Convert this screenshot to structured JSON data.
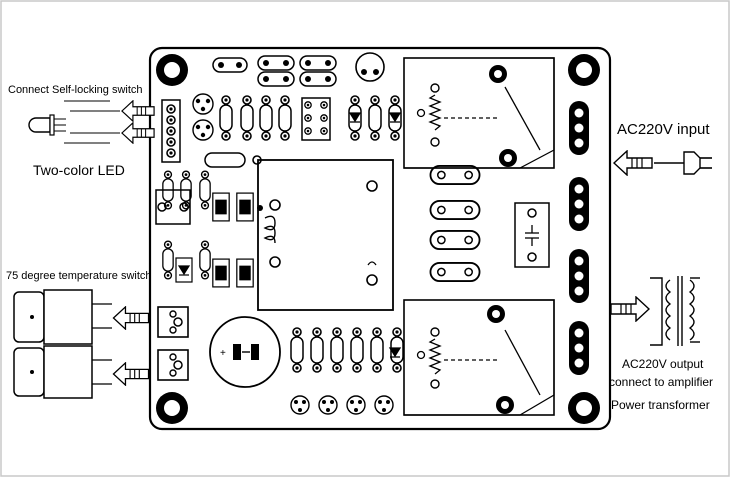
{
  "labels": {
    "self_locking_switch": "Connect Self-locking switch",
    "two_color_led": "Two-color LED",
    "temperature_switch": "75 degree temperature switch",
    "ac_input": "AC220V input",
    "ac_output_line1": "AC220V output",
    "ac_output_line2": "connect to amplifier",
    "power_transformer": "Power transformer"
  },
  "colors": {
    "ink": "#000000",
    "board": "#ffffff",
    "frame": "#c8c8c8"
  }
}
